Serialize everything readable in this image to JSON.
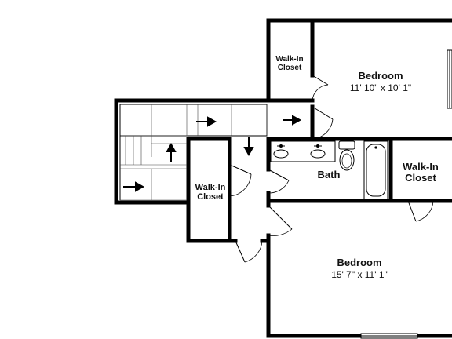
{
  "floorplan": {
    "rooms": {
      "bedroom_upper": {
        "name": "Bedroom",
        "dimensions": "11' 10\" x 10' 1\""
      },
      "closet_upper": {
        "name_line1": "Walk-In",
        "name_line2": "Closet"
      },
      "bath": {
        "name": "Bath"
      },
      "closet_right": {
        "name_line1": "Walk-In",
        "name_line2": "Closet"
      },
      "closet_left": {
        "name_line1": "Walk-In",
        "name_line2": "Closet"
      },
      "bedroom_lower": {
        "name": "Bedroom",
        "dimensions": "15' 7\" x 11' 1\""
      }
    },
    "colors": {
      "wall": "#000000",
      "background": "#ffffff"
    },
    "icons": [
      "stair-arrow-icon",
      "sink-icon",
      "toilet-icon",
      "bathtub-icon",
      "door-swing-icon",
      "window-icon"
    ]
  }
}
